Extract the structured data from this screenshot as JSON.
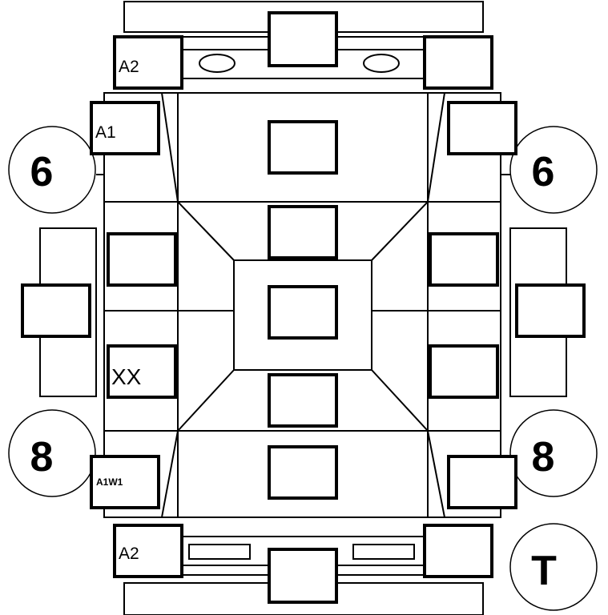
{
  "labels": {
    "a2_top": "A2",
    "a1": "A1",
    "xx": "XX",
    "a1w1": "A1W1",
    "a2_bottom": "A2"
  },
  "markers": {
    "six_left": "6",
    "six_right": "6",
    "eight_left": "8",
    "eight_right": "8",
    "t": "T"
  }
}
